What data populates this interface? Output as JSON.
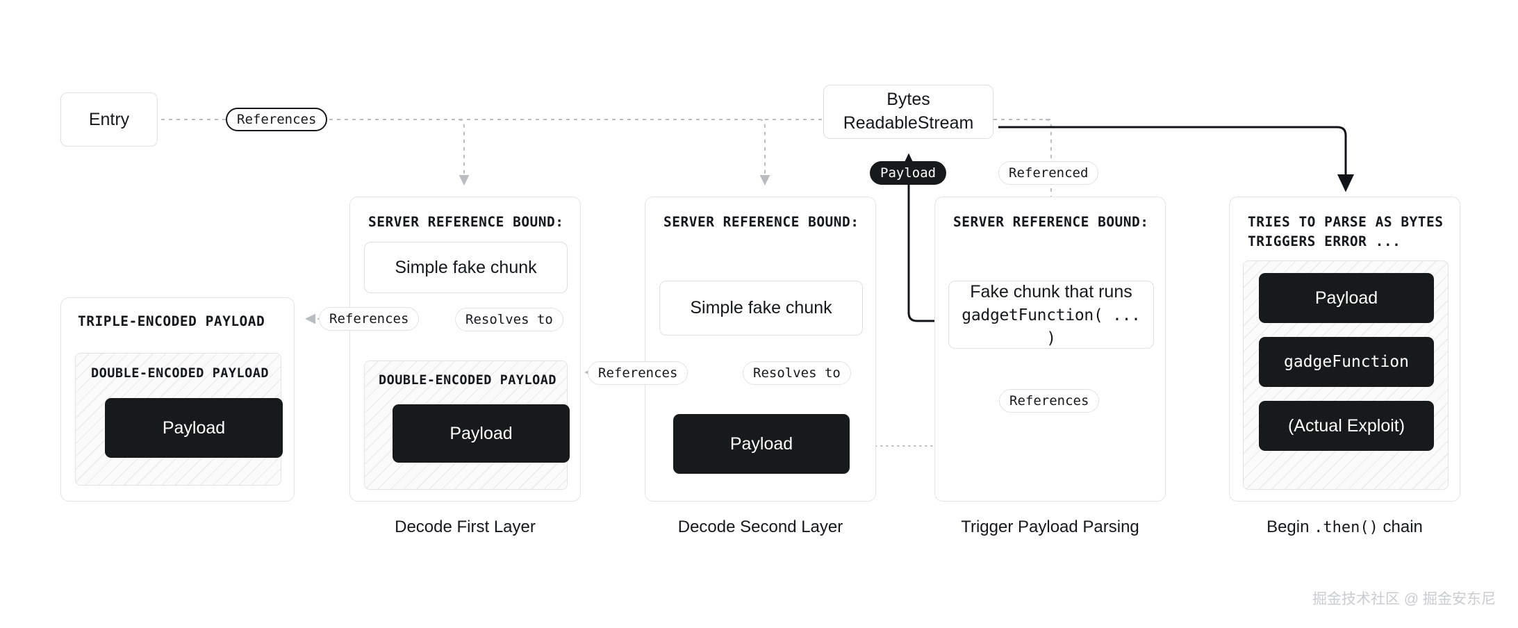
{
  "diagram": {
    "title_caption_row": [
      "Decode First Layer",
      "Decode Second Layer",
      "Trigger Payload Parsing",
      "Begin .then() chain"
    ],
    "watermark": "掘金技术社区 @ 掘金安东尼",
    "colors": {
      "background": "#ffffff",
      "card_border": "#dcdfe3",
      "panel_border": "#e2e5e8",
      "payload_block": "#17191b",
      "payload_block_text": "#ffffff",
      "wire_dotted": "#b9bcc1",
      "wire_solid": "#111418",
      "text": "#15181c",
      "watermark_text": "#c9ccd0"
    }
  },
  "entry": {
    "label": "Entry"
  },
  "stream": {
    "line1": "Bytes",
    "line2": "ReadableStream"
  },
  "edge_labels": {
    "entry_references": "References",
    "stream_payload": "Payload",
    "stream_referenced": "Referenced",
    "col1_references": "References",
    "col2_resolves": "Resolves to",
    "col2_references": "References",
    "col3_resolves": "Resolves to",
    "col4_references": "References"
  },
  "columns": [
    {
      "id": "triple-encoded",
      "caption": "",
      "panel_title": "",
      "outer_hatch_title": "TRIPLE-ENCODED PAYLOAD",
      "inner_hatch_title": "DOUBLE-ENCODED PAYLOAD",
      "payload_label": "Payload"
    },
    {
      "id": "decode-first-layer",
      "caption": "Decode First Layer",
      "panel_title": "SERVER REFERENCE BOUND:",
      "chunk_label": "Simple fake chunk",
      "hatch_title": "DOUBLE-ENCODED PAYLOAD",
      "payload_label": "Payload"
    },
    {
      "id": "decode-second-layer",
      "caption": "Decode Second Layer",
      "panel_title": "SERVER REFERENCE BOUND:",
      "chunk_label": "Simple fake chunk",
      "payload_label": "Payload"
    },
    {
      "id": "trigger-payload-parsing",
      "caption": "Trigger Payload Parsing",
      "panel_title": "SERVER REFERENCE BOUND:",
      "chunk_line1": "Fake chunk that runs",
      "chunk_line2": "gadgetFunction( ... )"
    },
    {
      "id": "begin-then-chain",
      "caption": "Begin .then() chain",
      "panel_title": "TRIES TO PARSE AS BYTES\nTRIGGERS ERROR ...",
      "blocks": [
        "Payload",
        "gadgeFunction",
        "(Actual Exploit)"
      ]
    }
  ],
  "captions": {
    "c1": "Decode First Layer",
    "c2": "Decode Second Layer",
    "c3": "Trigger Payload Parsing",
    "c4_prefix": "Begin ",
    "c4_mono": ".then()",
    "c4_suffix": " chain"
  }
}
